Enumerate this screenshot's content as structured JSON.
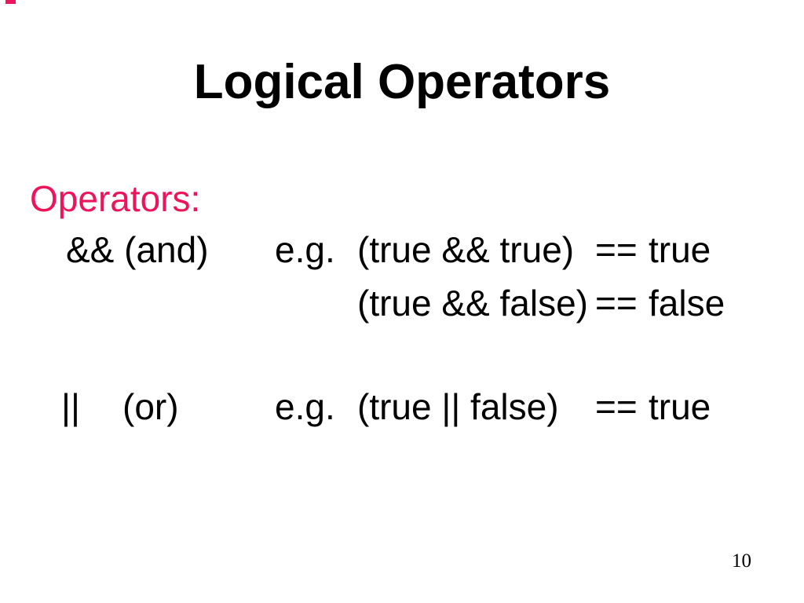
{
  "colors": {
    "accent_pink": "#ec155b",
    "text": "#000000",
    "background": "#ffffff"
  },
  "slide": {
    "title": "Logical Operators",
    "operators_label": "Operators:",
    "rows": {
      "and_example_1": {
        "operator": "&& (and)",
        "eg": "e.g.",
        "expression": "(true && true)",
        "equals": "==",
        "result": "true"
      },
      "and_example_2": {
        "expression": "(true && false)",
        "equals": "==",
        "result": "false"
      },
      "or_example": {
        "operator": "||",
        "or_label": "(or)",
        "eg": "e.g.",
        "expression": "(true || false)",
        "equals": "==",
        "result": "true"
      }
    },
    "page_number": "10"
  }
}
